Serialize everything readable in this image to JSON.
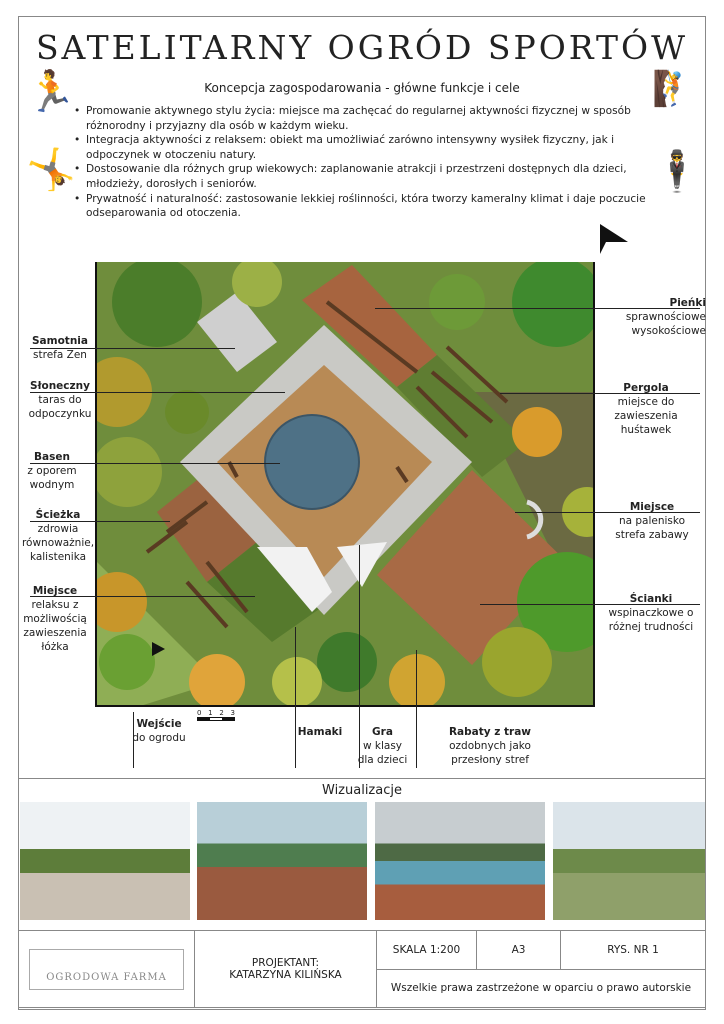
{
  "title": "SATELITARNY OGRÓD SPORTÓW",
  "concept": {
    "heading": "Koncepcja zagospodarowania - główne funkcje i cele",
    "items": [
      "Promowanie aktywnego stylu życia: miejsce ma zachęcać do regularnej aktywności fizycznej w sposób różnorodny i przyjazny dla osób w każdym wieku.",
      "Integracja aktywności z relaksem: obiekt ma umożliwiać zarówno intensywny wysiłek fizyczny, jak i odpoczynek w otoczeniu natury.",
      "Dostosowanie dla różnych grup wiekowych: zaplanowanie atrakcji i przestrzeni dostępnych dla dzieci, młodzieży, dorosłych i seniorów.",
      "Prywatność i naturalność: zastosowanie lekkiej roślinności, która tworzy kameralny klimat i daje poczucie odseparowania od otoczenia."
    ]
  },
  "icons": [
    "runner-icon",
    "yoga-icon",
    "climber-icon",
    "jump-rope-icon",
    "north-arrow-icon",
    "entrance-arrow-icon"
  ],
  "labels_left": [
    {
      "title": "Samotnia",
      "desc": "strefa Zen"
    },
    {
      "title": "Słoneczny",
      "desc": "taras do odpoczynku"
    },
    {
      "title": "Basen",
      "desc": "z oporem wodnym"
    },
    {
      "title": "Ścieżka",
      "desc": "zdrowia równoważnie, kalistenika"
    },
    {
      "title": "Miejsce",
      "desc": "relaksu z możliwością zawieszenia łóżka"
    }
  ],
  "labels_right": [
    {
      "title": "Pieńki",
      "desc": "sprawnościowe wysokościowe"
    },
    {
      "title": "Pergola",
      "desc": "miejsce do zawieszenia huśtawek"
    },
    {
      "title": "Miejsce",
      "desc": "na palenisko strefa zabawy"
    },
    {
      "title": "Ścianki",
      "desc": "wspinaczkowe o różnej trudności"
    }
  ],
  "labels_bottom": [
    {
      "title": "Wejście",
      "desc": "do ogrodu"
    },
    {
      "title": "Hamaki",
      "desc": ""
    },
    {
      "title": "Gra",
      "desc": "w klasy dla dzieci"
    },
    {
      "title": "Rabaty z traw",
      "desc": "ozdobnych jako przesłony stref"
    }
  ],
  "scale_bar": [
    "0",
    "1",
    "2",
    "3"
  ],
  "visualizations": {
    "heading": "Wizualizacje"
  },
  "footer": {
    "logo": "OGRODOWA FARMA",
    "designer_label": "PROJEKTANT:",
    "designer_name": "KATARZYNA KILIŃSKA",
    "scale": "SKALA 1:200",
    "format": "A3",
    "sheet": "RYS. NR 1",
    "copyright": "Wszelkie prawa zastrzeżone w oparciu o prawo autorskie"
  }
}
